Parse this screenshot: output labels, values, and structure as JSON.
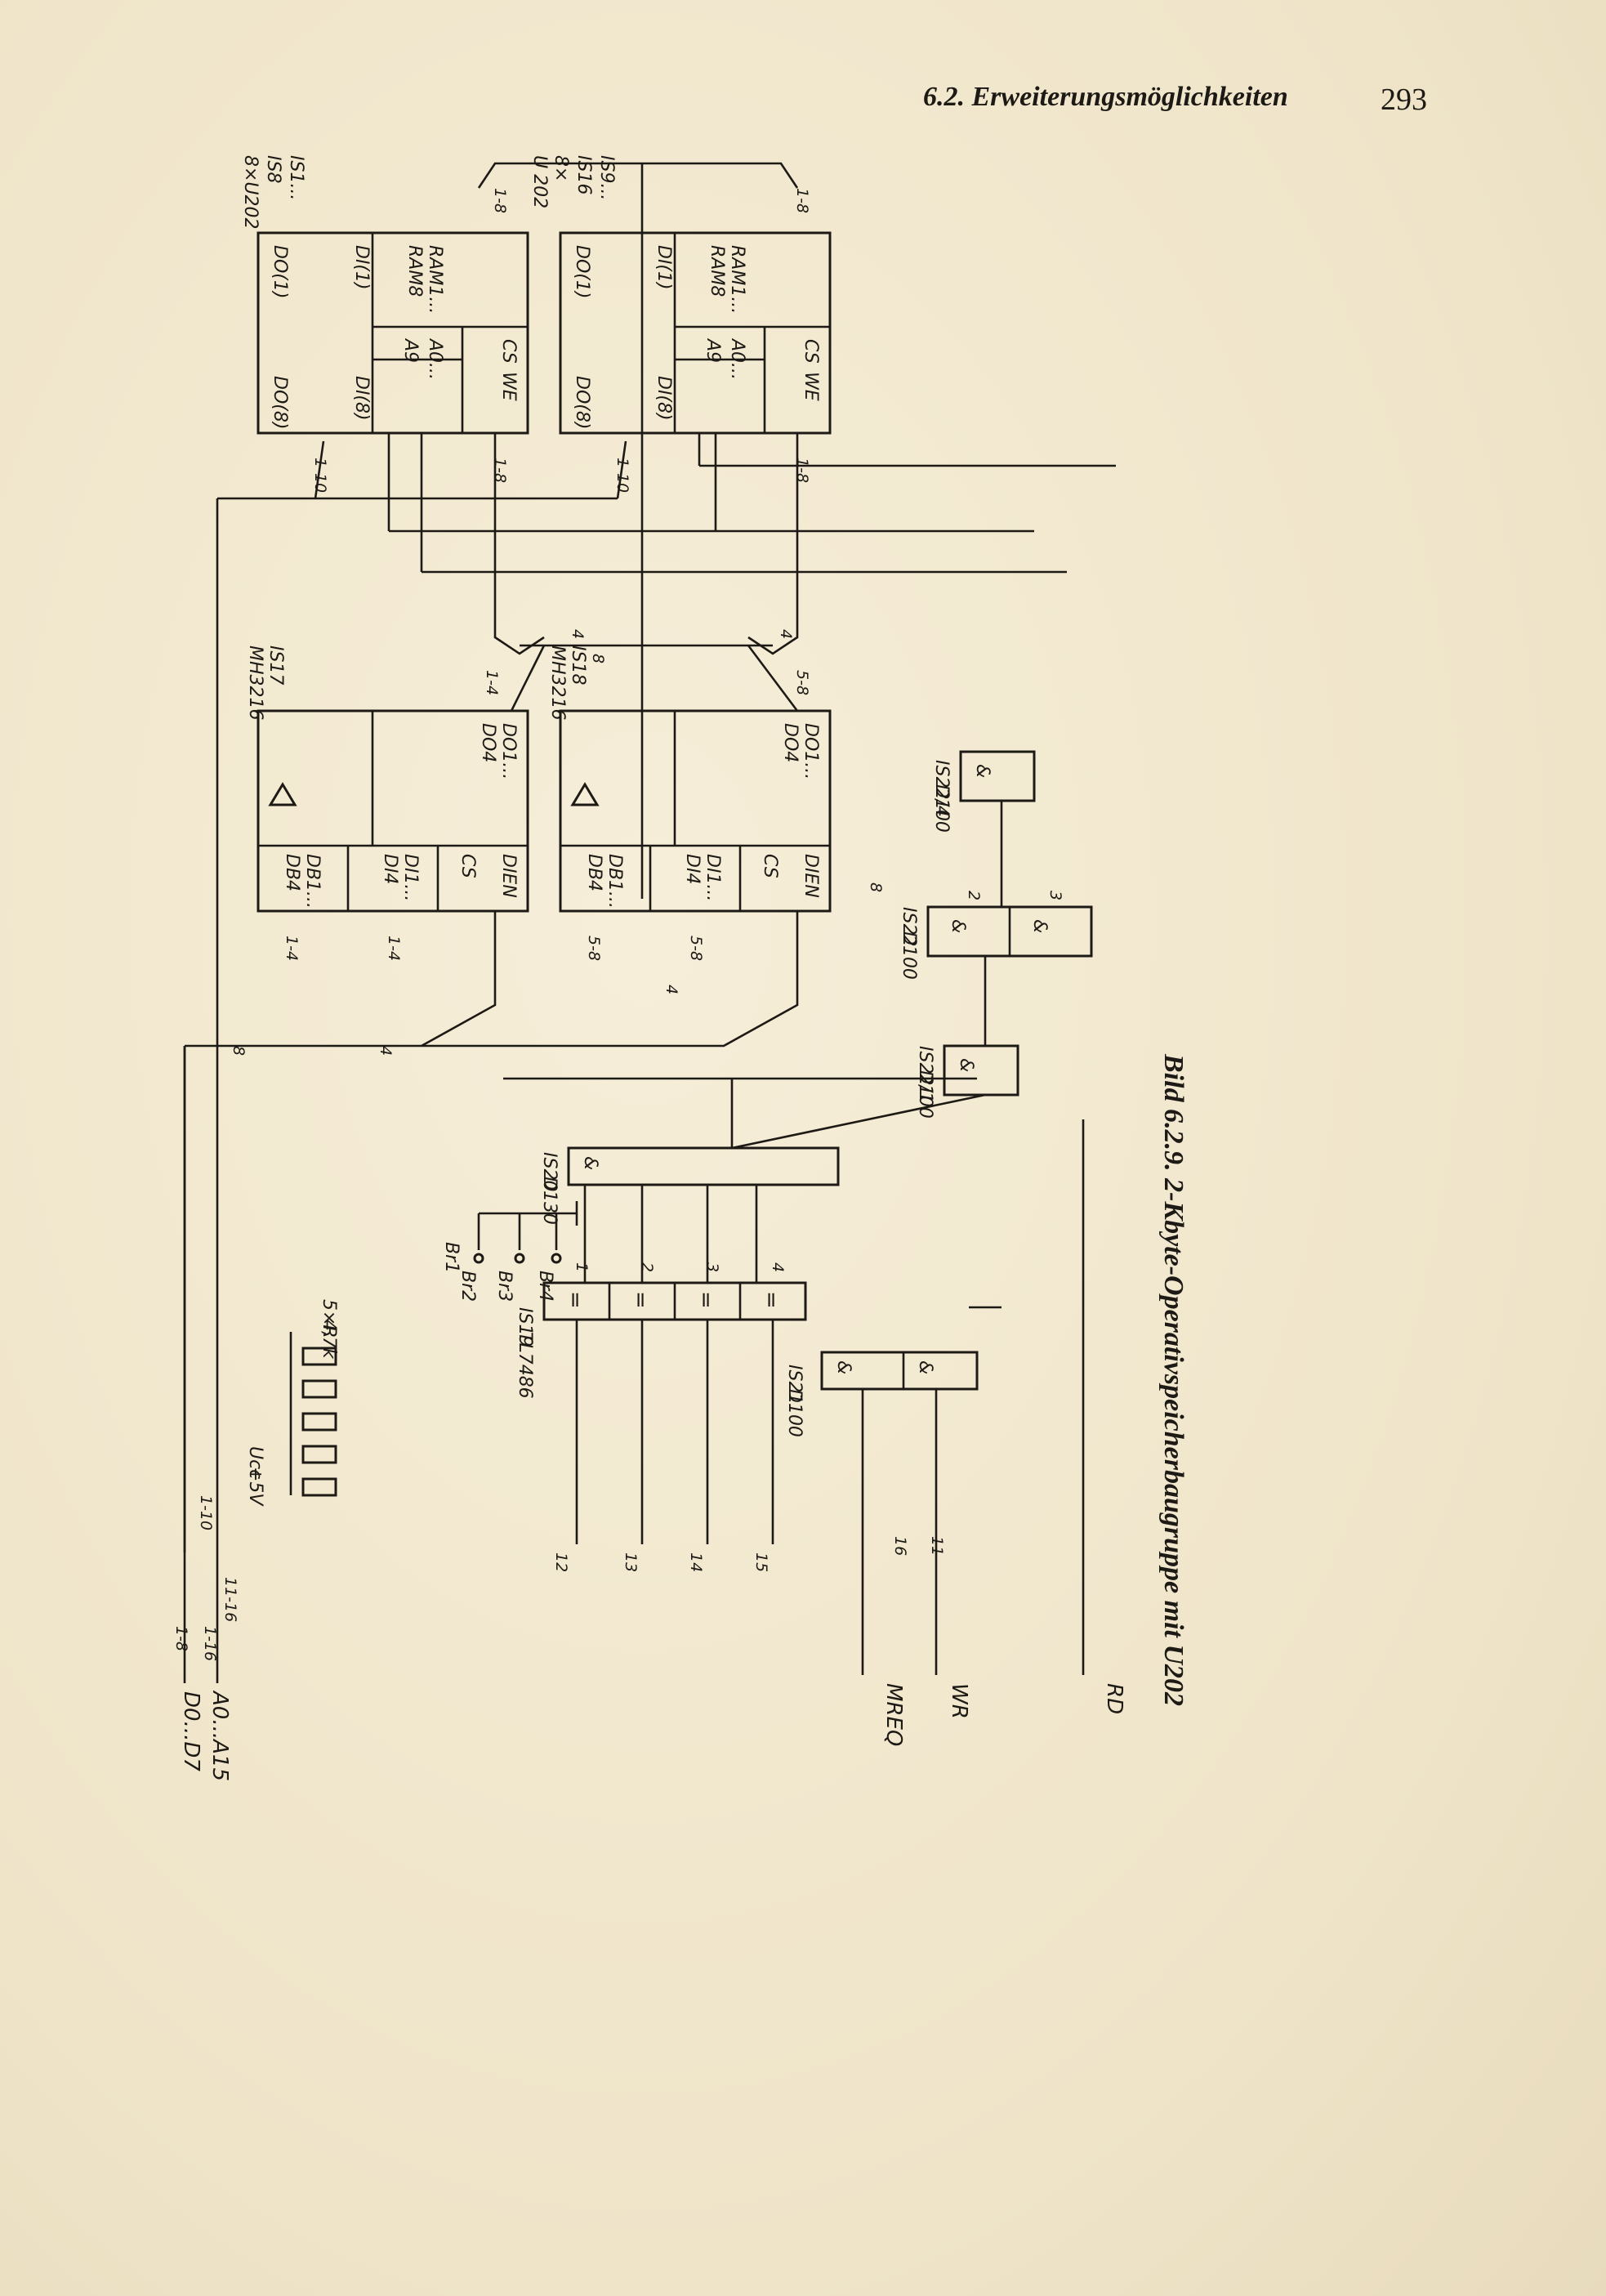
{
  "header": {
    "section": "6.2. Erweiterungsmöglichkeiten",
    "page_number": "293"
  },
  "caption": "Bild 6.2.9. 2-Kbyte-Operativspeicherbaugruppe mit U202",
  "ram_top": {
    "ref": "IS1...",
    "ref2": "IS8",
    "type": "8×U202",
    "name1": "RAM1...",
    "name2": "RAM8",
    "pins": {
      "addr1": "A0...",
      "addr2": "A9",
      "cs": "CS",
      "we": "WE",
      "di1": "DI(1)",
      "di2": "DI(8)",
      "do1": "DO(1)",
      "do2": "DO(8)",
      "bus_addr": "1-10",
      "bus_in": "1-8",
      "bus_out": "1-8"
    }
  },
  "ram_bottom": {
    "ref": "IS9...",
    "ref2": "IS16",
    "count": "8×",
    "type": "U 202",
    "name1": "RAM1...",
    "name2": "RAM8",
    "pins": {
      "addr1": "A0...",
      "addr2": "A9",
      "cs": "CS",
      "we": "WE",
      "di1": "DI(1)",
      "di2": "DI(8)",
      "do1": "DO(1)",
      "do2": "DO(8)",
      "bus_addr": "1-10",
      "bus_in": "1-8",
      "bus_out": "1-8"
    }
  },
  "drv_top": {
    "ref": "IS17",
    "type": "MH3216",
    "pins": {
      "db1": "DB1...",
      "db2": "DB4",
      "di1": "DI1...",
      "di2": "DI4",
      "cs": "CS",
      "dien": "DIEN",
      "do1": "DO1...",
      "do2": "DO4"
    },
    "bus_a": "1-4",
    "bus_b": "1-4",
    "bus_c": "1-4"
  },
  "drv_bottom": {
    "ref": "IS18",
    "type": "MH3216",
    "pins": {
      "db1": "DB1...",
      "db2": "DB4",
      "di1": "DI1...",
      "di2": "DI4",
      "cs": "CS",
      "dien": "DIEN",
      "do1": "DO1...",
      "do2": "DO4"
    },
    "bus_a": "5-8",
    "bus_b": "5-8",
    "bus_c": "5-8"
  },
  "bus_counts": {
    "four": "4",
    "eight": "8"
  },
  "gates": {
    "is22_4": {
      "ref": "IS22/4",
      "type": "D100",
      "sym": "&"
    },
    "is22": {
      "ref": "IS22",
      "type": "D100",
      "sym": "&",
      "n2": "2",
      "n3": "3"
    },
    "is22_1": {
      "ref": "IS22/1",
      "type": "D100",
      "sym": "&"
    },
    "is20": {
      "ref": "IS20",
      "type": "D130",
      "sym": "&"
    },
    "is19": {
      "ref": "IS19",
      "type": "TL7486",
      "sym": "=",
      "n": [
        "1",
        "2",
        "3",
        "4"
      ]
    },
    "is21": {
      "ref": "IS21",
      "type": "D100",
      "sym": "&"
    }
  },
  "jumpers": [
    "Br1",
    "Br2",
    "Br3",
    "Br4"
  ],
  "resistors": {
    "label1": "5×R",
    "label2": "4,7k"
  },
  "supply": {
    "name": "Ucc",
    "value": "+5V"
  },
  "bus_left": {
    "data": "D0...D7",
    "addr": "A0...A15",
    "data_lines": "1-8",
    "addr_lines": "1-16",
    "addr_low": "1-10",
    "addr_high": "11-16"
  },
  "addr_taps": [
    "12",
    "13",
    "14",
    "15",
    "16",
    "11"
  ],
  "signals": {
    "mreq": "MREQ",
    "wr": "WR",
    "rd": "RD"
  }
}
